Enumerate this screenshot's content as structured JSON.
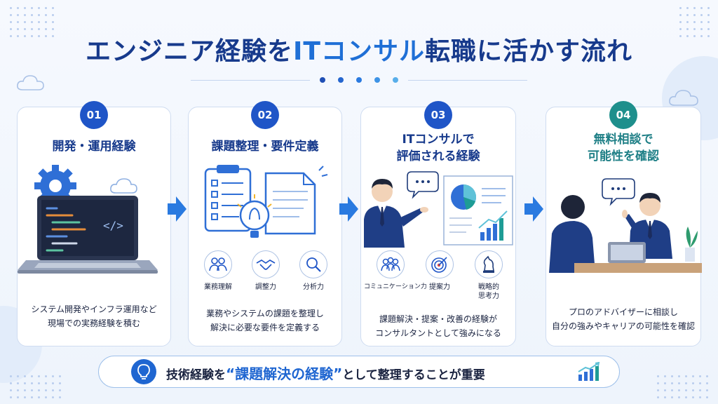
{
  "title": {
    "prefix": "エンジニア経験を",
    "highlight": "ITコンサル",
    "suffix": "転職に活かす流れ"
  },
  "colors": {
    "navy": "#173a8c",
    "accent_blue": "#1f66d1",
    "teal": "#1e8f8c",
    "arrow": "#2a7ae0"
  },
  "steps": [
    {
      "number": "01",
      "title_lines": [
        "開発・運用経験"
      ],
      "illustration": "laptop-code-gear-icon",
      "skills": [],
      "description_lines": [
        "システム開発やインフラ運用など",
        "現場での実務経験を積む"
      ]
    },
    {
      "number": "02",
      "title_lines": [
        "課題整理・要件定義"
      ],
      "illustration": "clipboard-document-lightbulb-icon",
      "skills": [
        {
          "icon": "people-icon",
          "label": "業務理解"
        },
        {
          "icon": "handshake-icon",
          "label": "調整力"
        },
        {
          "icon": "magnifier-icon",
          "label": "分析力"
        }
      ],
      "description_lines": [
        "業務やシステムの課題を整理し",
        "解決に必要な要件を定義する"
      ]
    },
    {
      "number": "03",
      "title_lines": [
        "ITコンサルで",
        "評価される経験"
      ],
      "illustration": "consultant-presentation-icon",
      "skills": [
        {
          "icon": "team-icon",
          "label": "コミュニケーション力"
        },
        {
          "icon": "target-icon",
          "label": "提案力"
        },
        {
          "icon": "chess-knight-icon",
          "label": "戦略的\n思考力"
        }
      ],
      "description_lines": [
        "課題解決・提案・改善の経験が",
        "コンサルタントとして強みになる"
      ]
    },
    {
      "number": "04",
      "title_lines": [
        "無料相談で",
        "可能性を確認"
      ],
      "illustration": "consultation-meeting-icon",
      "skills": [],
      "description_lines": [
        "プロのアドバイザーに相談し",
        "自分の強みやキャリアの可能性を確認"
      ]
    }
  ],
  "banner": {
    "before": "技術経験を",
    "open_quote": "“",
    "highlight": "課題解決の経験",
    "close_quote": "”",
    "after": "として整理することが重要",
    "left_icon": "lightbulb-icon",
    "right_icon": "growth-chart-icon"
  }
}
